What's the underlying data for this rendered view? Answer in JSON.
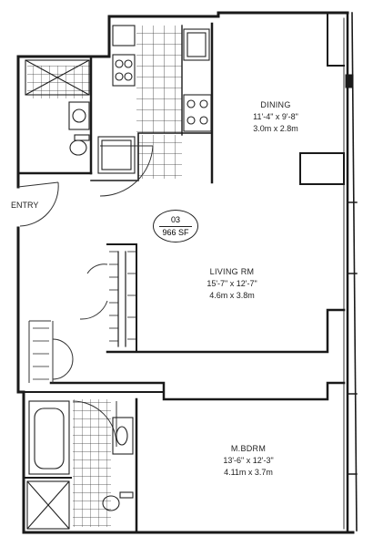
{
  "unit": {
    "number": "03",
    "area": "966 SF"
  },
  "entry_label": "ENTRY",
  "rooms": {
    "dining": {
      "name": "DINING",
      "dim_imperial": "11'-4\" x 9'-8\"",
      "dim_metric": "3.0m x 2.8m"
    },
    "living": {
      "name": "LIVING RM",
      "dim_imperial": "15'-7\" x 12'-7\"",
      "dim_metric": "4.6m x 3.8m"
    },
    "bedroom": {
      "name": "M.BDRM",
      "dim_imperial": "13'-6\" x 12'-3\"",
      "dim_metric": "4.11m x 3.7m"
    }
  }
}
